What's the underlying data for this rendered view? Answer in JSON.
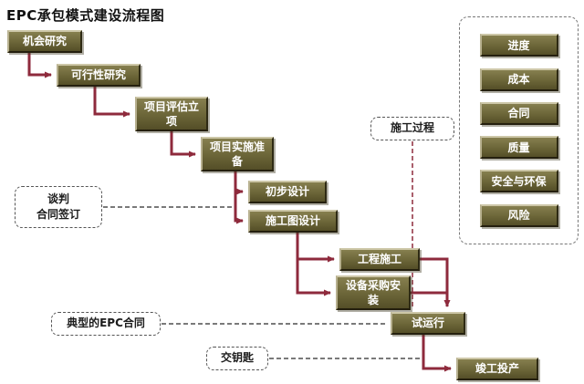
{
  "title": "EPC承包模式建设流程图",
  "nodes": {
    "opportunity": "机会研究",
    "feasibility": "可行性研究",
    "evaluation": "项目评估立项",
    "preparation": "项目实施准备",
    "preliminary_design": "初步设计",
    "drawing_design": "施工图设计",
    "construction": "工程施工",
    "equipment": "设备采购安装",
    "trial_run": "试运行",
    "completion": "竣工投产"
  },
  "callouts": {
    "negotiation_line1": "谈判",
    "negotiation_line2": "合同签订",
    "construction_process": "施工过程",
    "typical_epc": "典型的EPC合同",
    "turnkey": "交钥匙"
  },
  "management_panel": {
    "items": [
      "进度",
      "成本",
      "合同",
      "质量",
      "安全与环保",
      "风险"
    ]
  },
  "colors": {
    "node_fill": "#6b6538",
    "node_text": "#ffffff",
    "arrow": "#8e2a3c",
    "dashed_line": "#2b2b2b",
    "background": "#ffffff"
  }
}
